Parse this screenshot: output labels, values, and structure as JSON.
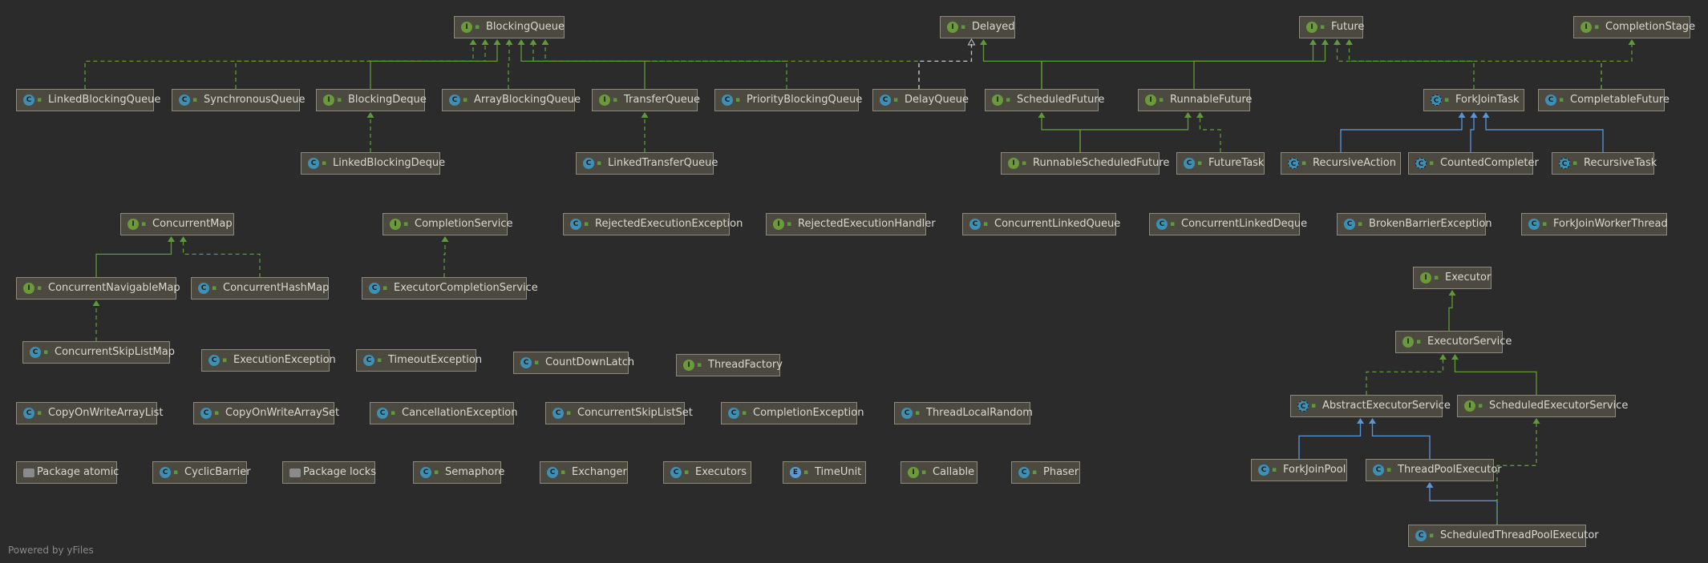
{
  "nodes": [
    {
      "id": "BlockingQueue",
      "label": "BlockingQueue",
      "kind": "I"
    },
    {
      "id": "Delayed",
      "label": "Delayed",
      "kind": "I"
    },
    {
      "id": "Future",
      "label": "Future",
      "kind": "I"
    },
    {
      "id": "CompletionStage",
      "label": "CompletionStage",
      "kind": "I"
    },
    {
      "id": "LinkedBlockingQueue",
      "label": "LinkedBlockingQueue",
      "kind": "C"
    },
    {
      "id": "SynchronousQueue",
      "label": "SynchronousQueue",
      "kind": "C"
    },
    {
      "id": "BlockingDeque",
      "label": "BlockingDeque",
      "kind": "I"
    },
    {
      "id": "ArrayBlockingQueue",
      "label": "ArrayBlockingQueue",
      "kind": "C"
    },
    {
      "id": "TransferQueue",
      "label": "TransferQueue",
      "kind": "I"
    },
    {
      "id": "PriorityBlockingQueue",
      "label": "PriorityBlockingQueue",
      "kind": "C"
    },
    {
      "id": "DelayQueue",
      "label": "DelayQueue",
      "kind": "C"
    },
    {
      "id": "ScheduledFuture",
      "label": "ScheduledFuture",
      "kind": "I"
    },
    {
      "id": "RunnableFuture",
      "label": "RunnableFuture",
      "kind": "I"
    },
    {
      "id": "ForkJoinTask",
      "label": "ForkJoinTask",
      "kind": "A"
    },
    {
      "id": "CompletableFuture",
      "label": "CompletableFuture",
      "kind": "C"
    },
    {
      "id": "LinkedBlockingDeque",
      "label": "LinkedBlockingDeque",
      "kind": "C"
    },
    {
      "id": "LinkedTransferQueue",
      "label": "LinkedTransferQueue",
      "kind": "C"
    },
    {
      "id": "RunnableScheduledFuture",
      "label": "RunnableScheduledFuture",
      "kind": "I"
    },
    {
      "id": "FutureTask",
      "label": "FutureTask",
      "kind": "C"
    },
    {
      "id": "RecursiveAction",
      "label": "RecursiveAction",
      "kind": "A"
    },
    {
      "id": "CountedCompleter",
      "label": "CountedCompleter",
      "kind": "A"
    },
    {
      "id": "RecursiveTask",
      "label": "RecursiveTask",
      "kind": "A"
    },
    {
      "id": "ConcurrentMap",
      "label": "ConcurrentMap",
      "kind": "I"
    },
    {
      "id": "CompletionService",
      "label": "CompletionService",
      "kind": "I"
    },
    {
      "id": "RejectedExecutionException",
      "label": "RejectedExecutionException",
      "kind": "C"
    },
    {
      "id": "RejectedExecutionHandler",
      "label": "RejectedExecutionHandler",
      "kind": "I"
    },
    {
      "id": "ConcurrentLinkedQueue",
      "label": "ConcurrentLinkedQueue",
      "kind": "C"
    },
    {
      "id": "ConcurrentLinkedDeque",
      "label": "ConcurrentLinkedDeque",
      "kind": "C"
    },
    {
      "id": "BrokenBarrierException",
      "label": "BrokenBarrierException",
      "kind": "C"
    },
    {
      "id": "ForkJoinWorkerThread",
      "label": "ForkJoinWorkerThread",
      "kind": "C"
    },
    {
      "id": "ConcurrentNavigableMap",
      "label": "ConcurrentNavigableMap",
      "kind": "I"
    },
    {
      "id": "ConcurrentHashMap",
      "label": "ConcurrentHashMap",
      "kind": "C"
    },
    {
      "id": "ExecutorCompletionService",
      "label": "ExecutorCompletionService",
      "kind": "C"
    },
    {
      "id": "Executor",
      "label": "Executor",
      "kind": "I"
    },
    {
      "id": "ExecutorService",
      "label": "ExecutorService",
      "kind": "I"
    },
    {
      "id": "ConcurrentSkipListMap",
      "label": "ConcurrentSkipListMap",
      "kind": "C"
    },
    {
      "id": "ExecutionException",
      "label": "ExecutionException",
      "kind": "C"
    },
    {
      "id": "TimeoutException",
      "label": "TimeoutException",
      "kind": "C"
    },
    {
      "id": "CountDownLatch",
      "label": "CountDownLatch",
      "kind": "C"
    },
    {
      "id": "ThreadFactory",
      "label": "ThreadFactory",
      "kind": "I"
    },
    {
      "id": "CopyOnWriteArrayList",
      "label": "CopyOnWriteArrayList",
      "kind": "C"
    },
    {
      "id": "CopyOnWriteArraySet",
      "label": "CopyOnWriteArraySet",
      "kind": "C"
    },
    {
      "id": "CancellationException",
      "label": "CancellationException",
      "kind": "C"
    },
    {
      "id": "ConcurrentSkipListSet",
      "label": "ConcurrentSkipListSet",
      "kind": "C"
    },
    {
      "id": "CompletionException",
      "label": "CompletionException",
      "kind": "C"
    },
    {
      "id": "ThreadLocalRandom",
      "label": "ThreadLocalRandom",
      "kind": "C"
    },
    {
      "id": "AbstractExecutorService",
      "label": "AbstractExecutorService",
      "kind": "A"
    },
    {
      "id": "ScheduledExecutorService",
      "label": "ScheduledExecutorService",
      "kind": "I"
    },
    {
      "id": "PackageAtomic",
      "label": "Package atomic",
      "kind": "P"
    },
    {
      "id": "CyclicBarrier",
      "label": "CyclicBarrier",
      "kind": "C"
    },
    {
      "id": "PackageLocks",
      "label": "Package locks",
      "kind": "P"
    },
    {
      "id": "Semaphore",
      "label": "Semaphore",
      "kind": "C"
    },
    {
      "id": "Exchanger",
      "label": "Exchanger",
      "kind": "C"
    },
    {
      "id": "Executors",
      "label": "Executors",
      "kind": "C"
    },
    {
      "id": "TimeUnit",
      "label": "TimeUnit",
      "kind": "E"
    },
    {
      "id": "Callable",
      "label": "Callable",
      "kind": "I"
    },
    {
      "id": "Phaser",
      "label": "Phaser",
      "kind": "C"
    },
    {
      "id": "ForkJoinPool",
      "label": "ForkJoinPool",
      "kind": "C"
    },
    {
      "id": "ThreadPoolExecutor",
      "label": "ThreadPoolExecutor",
      "kind": "C"
    },
    {
      "id": "ScheduledThreadPoolExecutor",
      "label": "ScheduledThreadPoolExecutor",
      "kind": "C"
    }
  ],
  "edges": [
    {
      "from": "LinkedBlockingQueue",
      "to": "BlockingQueue",
      "rel": "implements"
    },
    {
      "from": "SynchronousQueue",
      "to": "BlockingQueue",
      "rel": "implements"
    },
    {
      "from": "BlockingDeque",
      "to": "BlockingQueue",
      "rel": "extends-interface"
    },
    {
      "from": "ArrayBlockingQueue",
      "to": "BlockingQueue",
      "rel": "implements"
    },
    {
      "from": "TransferQueue",
      "to": "BlockingQueue",
      "rel": "extends-interface"
    },
    {
      "from": "PriorityBlockingQueue",
      "to": "BlockingQueue",
      "rel": "implements"
    },
    {
      "from": "DelayQueue",
      "to": "BlockingQueue",
      "rel": "implements"
    },
    {
      "from": "DelayQueue",
      "to": "Delayed",
      "rel": "uses"
    },
    {
      "from": "ScheduledFuture",
      "to": "Delayed",
      "rel": "extends-interface"
    },
    {
      "from": "ScheduledFuture",
      "to": "Future",
      "rel": "extends-interface"
    },
    {
      "from": "RunnableFuture",
      "to": "Future",
      "rel": "extends-interface"
    },
    {
      "from": "ForkJoinTask",
      "to": "Future",
      "rel": "implements"
    },
    {
      "from": "CompletableFuture",
      "to": "Future",
      "rel": "implements"
    },
    {
      "from": "CompletableFuture",
      "to": "CompletionStage",
      "rel": "implements"
    },
    {
      "from": "LinkedBlockingDeque",
      "to": "BlockingDeque",
      "rel": "implements"
    },
    {
      "from": "LinkedTransferQueue",
      "to": "TransferQueue",
      "rel": "implements"
    },
    {
      "from": "RunnableScheduledFuture",
      "to": "ScheduledFuture",
      "rel": "extends-interface"
    },
    {
      "from": "RunnableScheduledFuture",
      "to": "RunnableFuture",
      "rel": "extends-interface"
    },
    {
      "from": "FutureTask",
      "to": "RunnableFuture",
      "rel": "implements"
    },
    {
      "from": "RecursiveAction",
      "to": "ForkJoinTask",
      "rel": "extends-class"
    },
    {
      "from": "CountedCompleter",
      "to": "ForkJoinTask",
      "rel": "extends-class"
    },
    {
      "from": "RecursiveTask",
      "to": "ForkJoinTask",
      "rel": "extends-class"
    },
    {
      "from": "ConcurrentNavigableMap",
      "to": "ConcurrentMap",
      "rel": "extends-interface"
    },
    {
      "from": "ConcurrentHashMap",
      "to": "ConcurrentMap",
      "rel": "implements"
    },
    {
      "from": "ConcurrentSkipListMap",
      "to": "ConcurrentNavigableMap",
      "rel": "implements"
    },
    {
      "from": "ExecutorCompletionService",
      "to": "CompletionService",
      "rel": "implements"
    },
    {
      "from": "ExecutorService",
      "to": "Executor",
      "rel": "extends-interface"
    },
    {
      "from": "AbstractExecutorService",
      "to": "ExecutorService",
      "rel": "implements"
    },
    {
      "from": "ScheduledExecutorService",
      "to": "ExecutorService",
      "rel": "extends-interface"
    },
    {
      "from": "ForkJoinPool",
      "to": "AbstractExecutorService",
      "rel": "extends-class"
    },
    {
      "from": "ThreadPoolExecutor",
      "to": "AbstractExecutorService",
      "rel": "extends-class"
    },
    {
      "from": "ScheduledThreadPoolExecutor",
      "to": "ThreadPoolExecutor",
      "rel": "extends-class"
    },
    {
      "from": "ScheduledThreadPoolExecutor",
      "to": "ScheduledExecutorService",
      "rel": "implements"
    }
  ],
  "colors": {
    "background": "#2b2b2b",
    "extends-interface": "#5f9a3a",
    "implements": "#5f9a3a",
    "extends-class": "#5a95d8",
    "uses": "#c8c8c8"
  },
  "footer": "Powered by yFiles"
}
